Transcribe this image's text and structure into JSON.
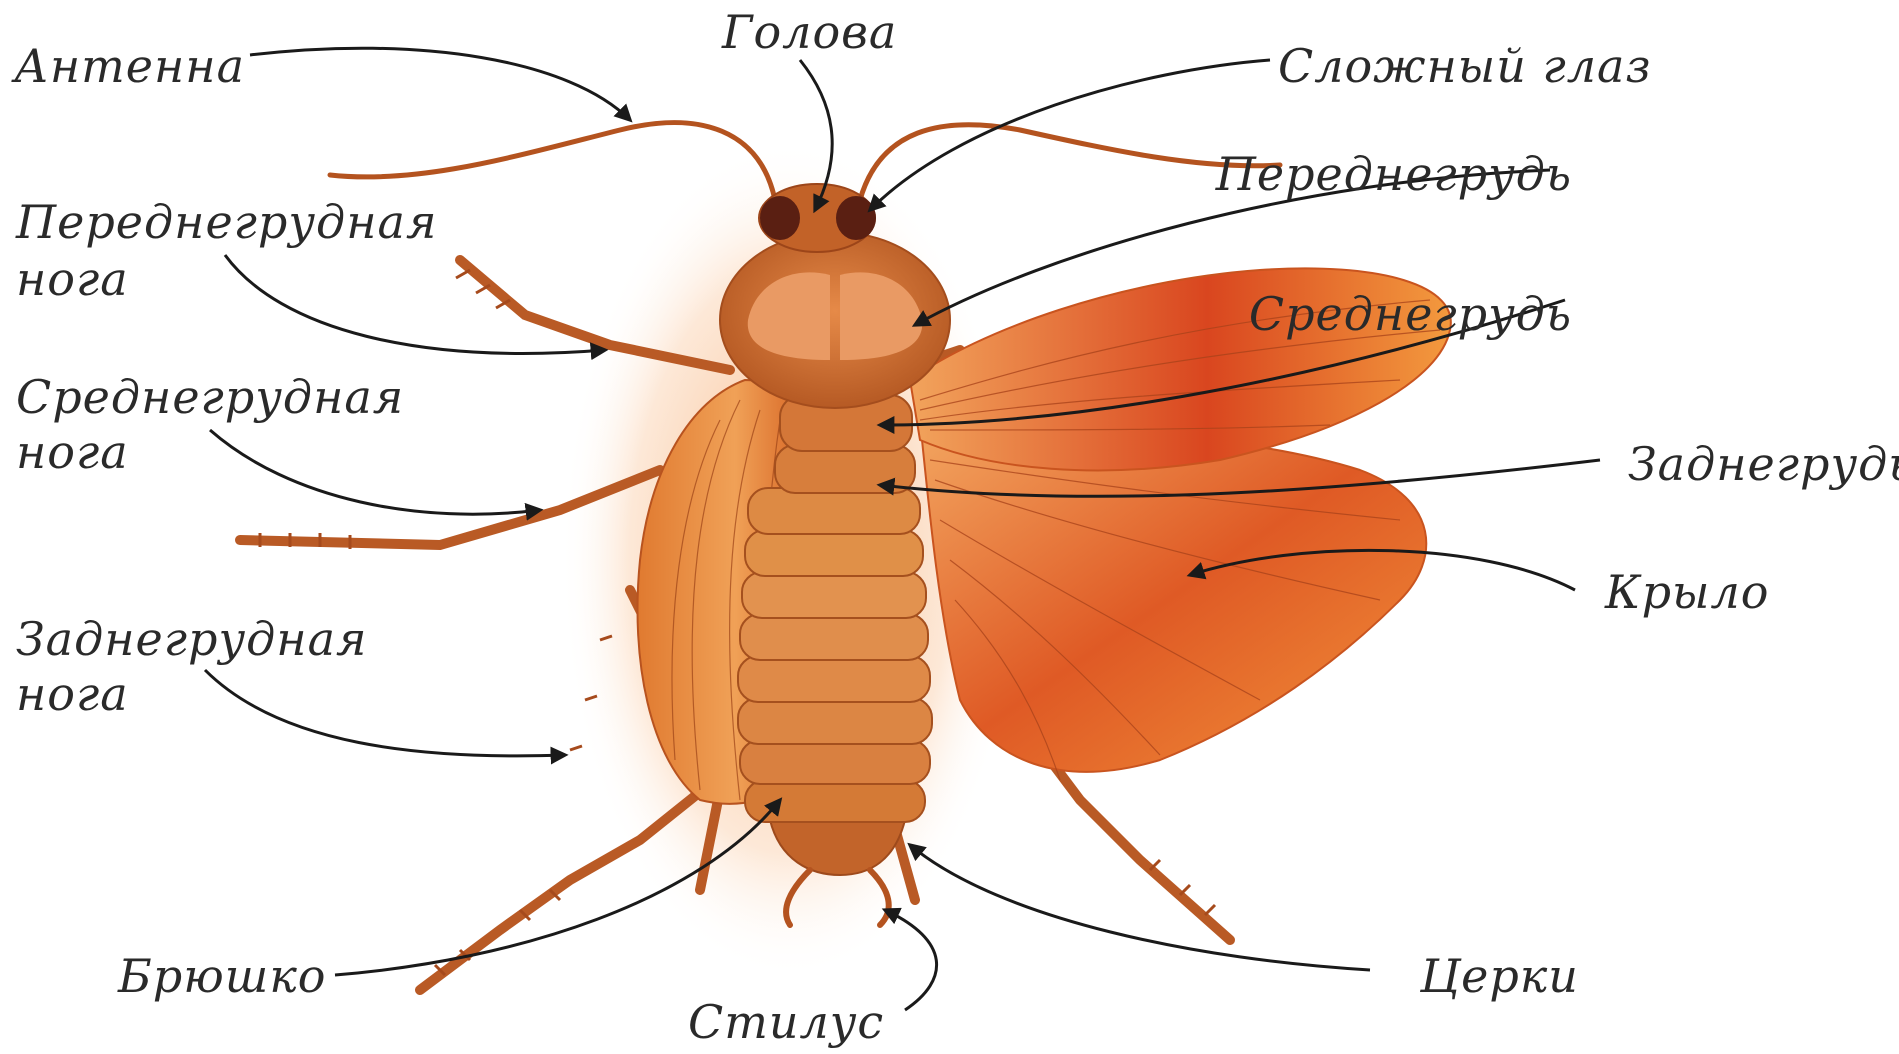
{
  "labels": {
    "antenna": "Антенна",
    "head": "Голова",
    "compound_eye": "Сложный глаз",
    "prothorax": "Переднегрудь",
    "foreleg_line1": "Переднегрудная",
    "foreleg_line2": "нога",
    "mesothorax": "Среднегрудь",
    "midleg_line1": "Среднегрудная",
    "midleg_line2": "нога",
    "metathorax": "Заднегрудь",
    "hindleg_line1": "Заднегрудная",
    "hindleg_line2": "нога",
    "wing": "Крыло",
    "abdomen": "Брюшко",
    "cerci": "Церки",
    "stylus": "Стилус"
  },
  "colors": {
    "body_dark": "#b6521f",
    "body_mid": "#d9782e",
    "body_light": "#ee9a50",
    "wing_red": "#d6451f",
    "wing_orange": "#f0903a",
    "eye": "#5a1f12",
    "leader": "#1a1a1a",
    "text": "#2a2a2a"
  }
}
